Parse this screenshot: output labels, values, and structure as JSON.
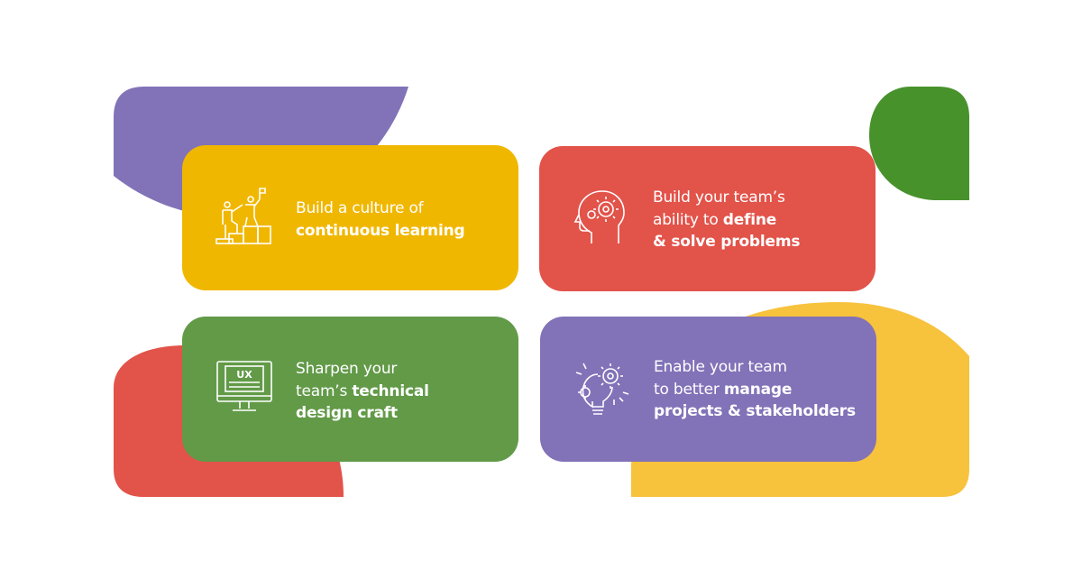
{
  "colors": {
    "yellow": "#F0B700",
    "red": "#E2534A",
    "green": "#629A48",
    "purple": "#8272B8",
    "yellow_light": "#F7C23C",
    "green_dark": "#48922C"
  },
  "cards": [
    {
      "icon": "climbing-steps-icon",
      "lines": [
        {
          "normal": "Build a culture of",
          "bold": ""
        },
        {
          "normal": "",
          "bold": "continuous learning"
        }
      ]
    },
    {
      "icon": "head-gears-icon",
      "lines": [
        {
          "normal": "Build your team’s",
          "bold": ""
        },
        {
          "normal": "ability to ",
          "bold": "define"
        },
        {
          "normal": "",
          "bold": "& solve problems"
        }
      ]
    },
    {
      "icon": "ux-monitor-icon",
      "lines": [
        {
          "normal": "Sharpen your",
          "bold": ""
        },
        {
          "normal": "team’s ",
          "bold": "technical"
        },
        {
          "normal": "",
          "bold": "design craft"
        }
      ]
    },
    {
      "icon": "lightbulb-gears-icon",
      "lines": [
        {
          "normal": "Enable your team",
          "bold": ""
        },
        {
          "normal": "to better ",
          "bold": "manage"
        },
        {
          "normal": "",
          "bold": "projects & stakeholders"
        }
      ]
    }
  ],
  "ux_label": "UX"
}
